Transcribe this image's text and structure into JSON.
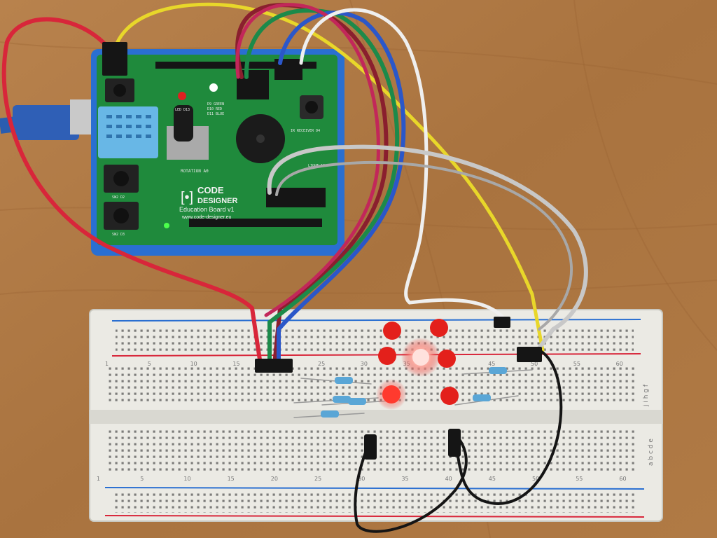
{
  "colors": {
    "table": "#b07a45",
    "pcb": "#1f8a3c",
    "case": "#2a6fd1",
    "breadboard": "#ebeae4",
    "led_red": "#e3201b",
    "wire_red": "#d8263a",
    "wire_yellow": "#e8d72a",
    "wire_green": "#1c8a4a",
    "wire_blue": "#2b57c9",
    "wire_gray": "#cfcfcf",
    "wire_black": "#151515",
    "wire_white": "#f2f2f2"
  },
  "board": {
    "brand_line1": "CODE",
    "brand_line2": "DESIGNER",
    "model": "Education Board v1",
    "url": "www.code-designer.eu",
    "labels": {
      "rotation": "ROTATION A0",
      "sw2": "SW2 D2",
      "sw3": "SW2 D3",
      "led13": "LED D13",
      "d9": "D9 GREEN",
      "d10": "D10 RED",
      "d11": "D11 BLUE",
      "ir": "IR RECEIVER D4",
      "light": "LIGHT A0"
    }
  },
  "breadboard": {
    "top_numbers": [
      "1",
      "5",
      "10",
      "15",
      "20",
      "25",
      "30",
      "35",
      "40",
      "45",
      "50",
      "55",
      "60"
    ],
    "bottom_numbers": [
      "1",
      "5",
      "10",
      "15",
      "20",
      "25",
      "30",
      "35",
      "40",
      "45",
      "50",
      "55",
      "60"
    ],
    "row_letters_top": "j i h g f",
    "row_letters_bottom": "a b c d e"
  }
}
